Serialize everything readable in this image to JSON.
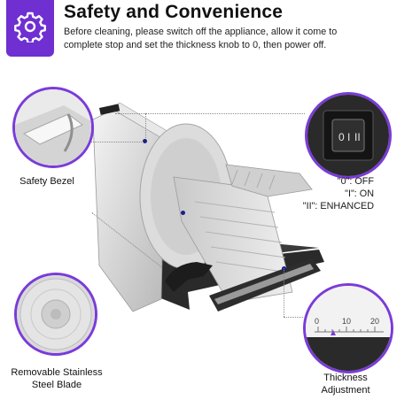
{
  "header": {
    "icon": "gear-icon",
    "title": "Safety and Convenience",
    "description": "Before cleaning, please switch off the appliance, allow it come to complete stop and set the thickness knob to 0, then power off."
  },
  "callouts": {
    "bezel": {
      "label": "Safety Bezel"
    },
    "blade": {
      "label": "Removable Stainless Steel Blade"
    },
    "thickness": {
      "label": "Thickness Adjustment",
      "scale_ticks": [
        "0",
        "10",
        "20"
      ]
    },
    "switch": {
      "legend": [
        "\"0\": OFF",
        "\"I\":  ON",
        "\"II\": ENHANCED"
      ],
      "symbols": [
        "0",
        "I",
        "II"
      ]
    }
  },
  "colors": {
    "accent": "#6f2fd1",
    "dot": "#1e1e8a"
  }
}
